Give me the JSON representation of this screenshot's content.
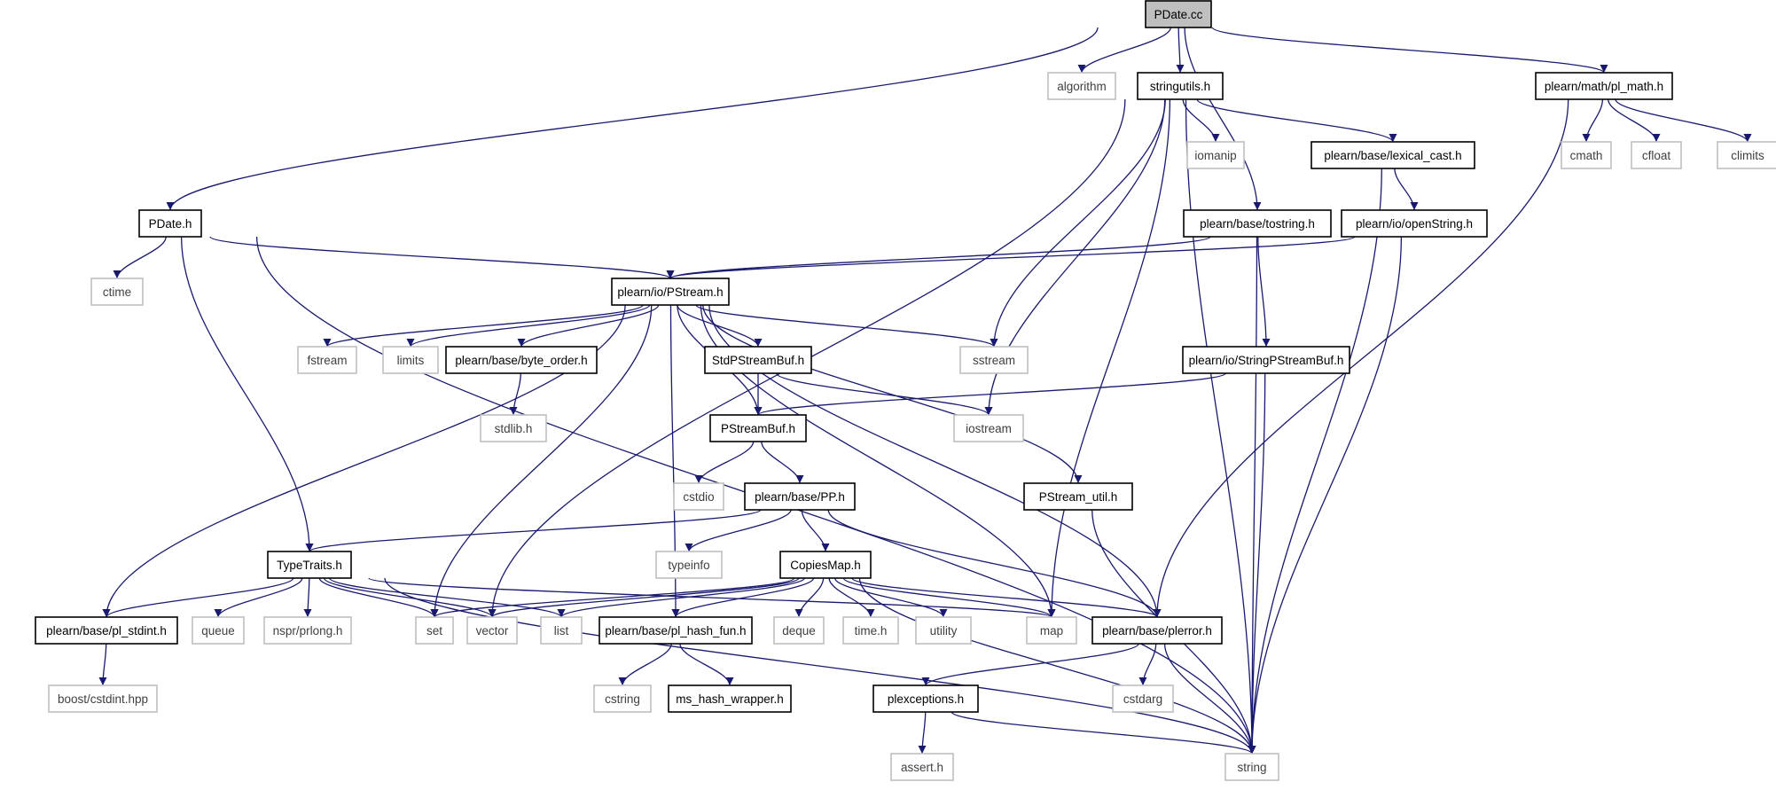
{
  "diagram": {
    "title": "",
    "edge_color": "#191970",
    "node_style": {
      "root_fill": "#bfbfbf",
      "project_border": "#000000",
      "system_border": "#bfbfbf"
    },
    "nodes": [
      {
        "id": "pdate_cc",
        "label": "PDate.cc",
        "kind": "root"
      },
      {
        "id": "algorithm",
        "label": "algorithm",
        "kind": "system"
      },
      {
        "id": "stringutils_h",
        "label": "stringutils.h",
        "kind": "project"
      },
      {
        "id": "pl_math_h",
        "label": "plearn/math/pl_math.h",
        "kind": "project"
      },
      {
        "id": "iomanip",
        "label": "iomanip",
        "kind": "system"
      },
      {
        "id": "lexical_cast_h",
        "label": "plearn/base/lexical_cast.h",
        "kind": "project"
      },
      {
        "id": "cmath",
        "label": "cmath",
        "kind": "system"
      },
      {
        "id": "cfloat",
        "label": "cfloat",
        "kind": "system"
      },
      {
        "id": "climits",
        "label": "climits",
        "kind": "system"
      },
      {
        "id": "pdate_h",
        "label": "PDate.h",
        "kind": "project"
      },
      {
        "id": "tostring_h",
        "label": "plearn/base/tostring.h",
        "kind": "project"
      },
      {
        "id": "openstring_h",
        "label": "plearn/io/openString.h",
        "kind": "project"
      },
      {
        "id": "ctime",
        "label": "ctime",
        "kind": "system"
      },
      {
        "id": "pstream_h",
        "label": "plearn/io/PStream.h",
        "kind": "project"
      },
      {
        "id": "fstream",
        "label": "fstream",
        "kind": "system"
      },
      {
        "id": "limits",
        "label": "limits",
        "kind": "system"
      },
      {
        "id": "byte_order_h",
        "label": "plearn/base/byte_order.h",
        "kind": "project"
      },
      {
        "id": "stdpstreambuf_h",
        "label": "StdPStreamBuf.h",
        "kind": "project"
      },
      {
        "id": "sstream",
        "label": "sstream",
        "kind": "system"
      },
      {
        "id": "stringpstreambuf_h",
        "label": "plearn/io/StringPStreamBuf.h",
        "kind": "project"
      },
      {
        "id": "stdlib_h",
        "label": "stdlib.h",
        "kind": "system"
      },
      {
        "id": "pstreambuf_h",
        "label": "PStreamBuf.h",
        "kind": "project"
      },
      {
        "id": "iostream",
        "label": "iostream",
        "kind": "system"
      },
      {
        "id": "cstdio",
        "label": "cstdio",
        "kind": "system"
      },
      {
        "id": "pp_h",
        "label": "plearn/base/PP.h",
        "kind": "project"
      },
      {
        "id": "pstream_util_h",
        "label": "PStream_util.h",
        "kind": "project"
      },
      {
        "id": "typetraits_h",
        "label": "TypeTraits.h",
        "kind": "project"
      },
      {
        "id": "typeinfo",
        "label": "typeinfo",
        "kind": "system"
      },
      {
        "id": "copiesmap_h",
        "label": "CopiesMap.h",
        "kind": "project"
      },
      {
        "id": "pl_stdint_h",
        "label": "plearn/base/pl_stdint.h",
        "kind": "project"
      },
      {
        "id": "queue",
        "label": "queue",
        "kind": "system"
      },
      {
        "id": "prlong_h",
        "label": "nspr/prlong.h",
        "kind": "system"
      },
      {
        "id": "set",
        "label": "set",
        "kind": "system"
      },
      {
        "id": "vector",
        "label": "vector",
        "kind": "system"
      },
      {
        "id": "list",
        "label": "list",
        "kind": "system"
      },
      {
        "id": "pl_hash_fun_h",
        "label": "plearn/base/pl_hash_fun.h",
        "kind": "project"
      },
      {
        "id": "deque",
        "label": "deque",
        "kind": "system"
      },
      {
        "id": "time_h",
        "label": "time.h",
        "kind": "system"
      },
      {
        "id": "utility",
        "label": "utility",
        "kind": "system"
      },
      {
        "id": "map",
        "label": "map",
        "kind": "system"
      },
      {
        "id": "plerror_h",
        "label": "plearn/base/plerror.h",
        "kind": "project"
      },
      {
        "id": "cstdint_hpp",
        "label": "boost/cstdint.hpp",
        "kind": "system"
      },
      {
        "id": "cstring",
        "label": "cstring",
        "kind": "system"
      },
      {
        "id": "ms_hash_wrapper_h",
        "label": "ms_hash_wrapper.h",
        "kind": "project"
      },
      {
        "id": "plexceptions_h",
        "label": "plexceptions.h",
        "kind": "project"
      },
      {
        "id": "cstdarg",
        "label": "cstdarg",
        "kind": "system"
      },
      {
        "id": "assert_h",
        "label": "assert.h",
        "kind": "system"
      },
      {
        "id": "string",
        "label": "string",
        "kind": "system"
      }
    ],
    "edges": [
      [
        "pdate_cc",
        "pdate_h"
      ],
      [
        "pdate_cc",
        "algorithm"
      ],
      [
        "pdate_cc",
        "stringutils_h"
      ],
      [
        "pdate_cc",
        "tostring_h"
      ],
      [
        "pdate_cc",
        "pl_math_h"
      ],
      [
        "stringutils_h",
        "sstream"
      ],
      [
        "stringutils_h",
        "iostream"
      ],
      [
        "stringutils_h",
        "vector"
      ],
      [
        "stringutils_h",
        "map"
      ],
      [
        "stringutils_h",
        "iomanip"
      ],
      [
        "stringutils_h",
        "lexical_cast_h"
      ],
      [
        "stringutils_h",
        "string"
      ],
      [
        "pl_math_h",
        "plerror_h"
      ],
      [
        "pl_math_h",
        "cmath"
      ],
      [
        "pl_math_h",
        "cfloat"
      ],
      [
        "pl_math_h",
        "climits"
      ],
      [
        "lexical_cast_h",
        "openstring_h"
      ],
      [
        "lexical_cast_h",
        "string"
      ],
      [
        "pdate_h",
        "ctime"
      ],
      [
        "pdate_h",
        "pstream_h"
      ],
      [
        "pdate_h",
        "typetraits_h"
      ],
      [
        "pdate_h",
        "string"
      ],
      [
        "tostring_h",
        "pstream_h"
      ],
      [
        "tostring_h",
        "stringpstreambuf_h"
      ],
      [
        "tostring_h",
        "string"
      ],
      [
        "openstring_h",
        "pstream_h"
      ],
      [
        "openstring_h",
        "string"
      ],
      [
        "pstream_h",
        "fstream"
      ],
      [
        "pstream_h",
        "limits"
      ],
      [
        "pstream_h",
        "byte_order_h"
      ],
      [
        "pstream_h",
        "stdpstreambuf_h"
      ],
      [
        "pstream_h",
        "sstream"
      ],
      [
        "pstream_h",
        "pstreambuf_h"
      ],
      [
        "pstream_h",
        "pstream_util_h"
      ],
      [
        "pstream_h",
        "pl_stdint_h"
      ],
      [
        "pstream_h",
        "set"
      ],
      [
        "pstream_h",
        "pl_hash_fun_h"
      ],
      [
        "pstream_h",
        "map"
      ],
      [
        "pstream_h",
        "plerror_h"
      ],
      [
        "byte_order_h",
        "stdlib_h"
      ],
      [
        "stdpstreambuf_h",
        "pstreambuf_h"
      ],
      [
        "stdpstreambuf_h",
        "iostream"
      ],
      [
        "stringpstreambuf_h",
        "pstreambuf_h"
      ],
      [
        "stringpstreambuf_h",
        "string"
      ],
      [
        "pstreambuf_h",
        "cstdio"
      ],
      [
        "pstreambuf_h",
        "pp_h"
      ],
      [
        "pp_h",
        "typetraits_h"
      ],
      [
        "pp_h",
        "typeinfo"
      ],
      [
        "pp_h",
        "copiesmap_h"
      ],
      [
        "pp_h",
        "plerror_h"
      ],
      [
        "pstream_util_h",
        "string"
      ],
      [
        "typetraits_h",
        "pl_stdint_h"
      ],
      [
        "typetraits_h",
        "queue"
      ],
      [
        "typetraits_h",
        "prlong_h"
      ],
      [
        "typetraits_h",
        "set"
      ],
      [
        "typetraits_h",
        "vector"
      ],
      [
        "typetraits_h",
        "list"
      ],
      [
        "typetraits_h",
        "map"
      ],
      [
        "typetraits_h",
        "string"
      ],
      [
        "copiesmap_h",
        "set"
      ],
      [
        "copiesmap_h",
        "vector"
      ],
      [
        "copiesmap_h",
        "list"
      ],
      [
        "copiesmap_h",
        "pl_hash_fun_h"
      ],
      [
        "copiesmap_h",
        "deque"
      ],
      [
        "copiesmap_h",
        "time_h"
      ],
      [
        "copiesmap_h",
        "utility"
      ],
      [
        "copiesmap_h",
        "map"
      ],
      [
        "copiesmap_h",
        "plerror_h"
      ],
      [
        "copiesmap_h",
        "string"
      ],
      [
        "pl_stdint_h",
        "cstdint_hpp"
      ],
      [
        "pl_hash_fun_h",
        "cstring"
      ],
      [
        "pl_hash_fun_h",
        "ms_hash_wrapper_h"
      ],
      [
        "plerror_h",
        "plexceptions_h"
      ],
      [
        "plerror_h",
        "cstdarg"
      ],
      [
        "plerror_h",
        "string"
      ],
      [
        "plexceptions_h",
        "assert_h"
      ],
      [
        "plexceptions_h",
        "string"
      ]
    ]
  }
}
